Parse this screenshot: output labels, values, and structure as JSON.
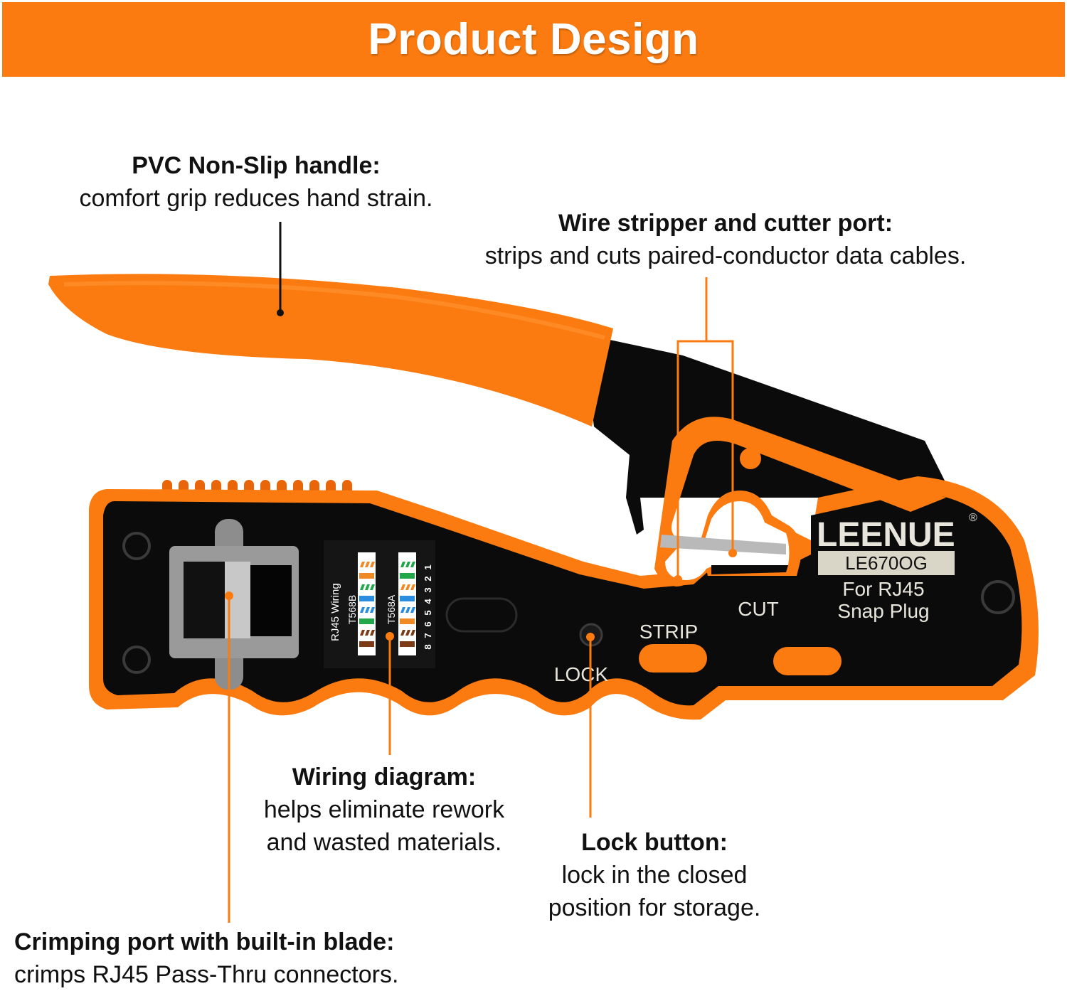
{
  "header": {
    "title": "Product Design"
  },
  "callouts": {
    "handle": {
      "title": "PVC Non-Slip handle:",
      "desc": "comfort grip reduces hand strain."
    },
    "stripper": {
      "title": "Wire stripper and cutter port:",
      "desc": "strips and cuts paired-conductor data cables."
    },
    "wiring": {
      "title": "Wiring diagram:",
      "desc_line1": "helps eliminate rework",
      "desc_line2": "and wasted materials."
    },
    "lock": {
      "title": "Lock button:",
      "desc_line1": "lock in the closed",
      "desc_line2": "position for storage."
    },
    "crimp": {
      "title": "Crimping port with built-in blade:",
      "desc": "crimps RJ45 Pass-Thru connectors."
    }
  },
  "tool": {
    "brand": "LEENUE",
    "registered": "®",
    "model": "LE670OG",
    "compat_line1": "For RJ45",
    "compat_line2": "Snap Plug",
    "labels": {
      "strip": "STRIP",
      "cut": "CUT",
      "lock": "LOCK"
    },
    "wiring_panel": {
      "heading": "RJ45 Wiring",
      "standard_b": "T568B",
      "standard_a": "T568A",
      "pins": [
        "1",
        "2",
        "3",
        "4",
        "5",
        "6",
        "7",
        "8"
      ]
    }
  },
  "colors": {
    "accent": "#fb7b10",
    "body": "#0b0b0b",
    "label": "#e8e6dc",
    "wire_orange": "#f08a24",
    "wire_green": "#22a84a",
    "wire_blue": "#2a8ee0",
    "wire_brown": "#7a3b16"
  }
}
